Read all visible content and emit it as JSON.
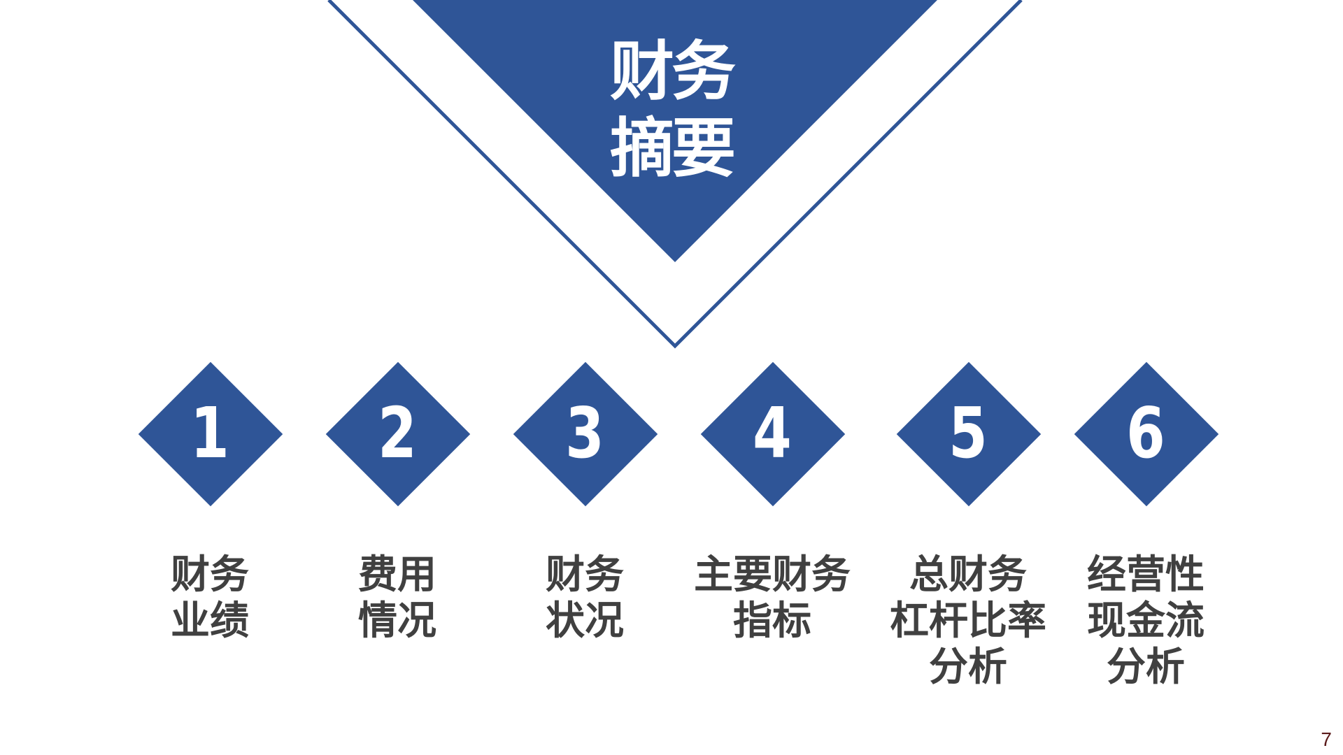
{
  "colors": {
    "accent": "#2f5597",
    "text": "#404040",
    "background": "#ffffff"
  },
  "title": {
    "line1": "财务",
    "line2": "摘要"
  },
  "items": [
    {
      "number": "1",
      "lines": [
        "财务",
        "业绩"
      ]
    },
    {
      "number": "2",
      "lines": [
        "费用",
        "情况"
      ]
    },
    {
      "number": "3",
      "lines": [
        "财务",
        "状况"
      ]
    },
    {
      "number": "4",
      "lines": [
        "主要财务",
        "指标"
      ]
    },
    {
      "number": "5",
      "lines": [
        "总财务",
        "杠杆比率",
        "分析"
      ]
    },
    {
      "number": "6",
      "lines": [
        "经营性",
        "现金流",
        "分析"
      ]
    }
  ],
  "page_number": "7"
}
